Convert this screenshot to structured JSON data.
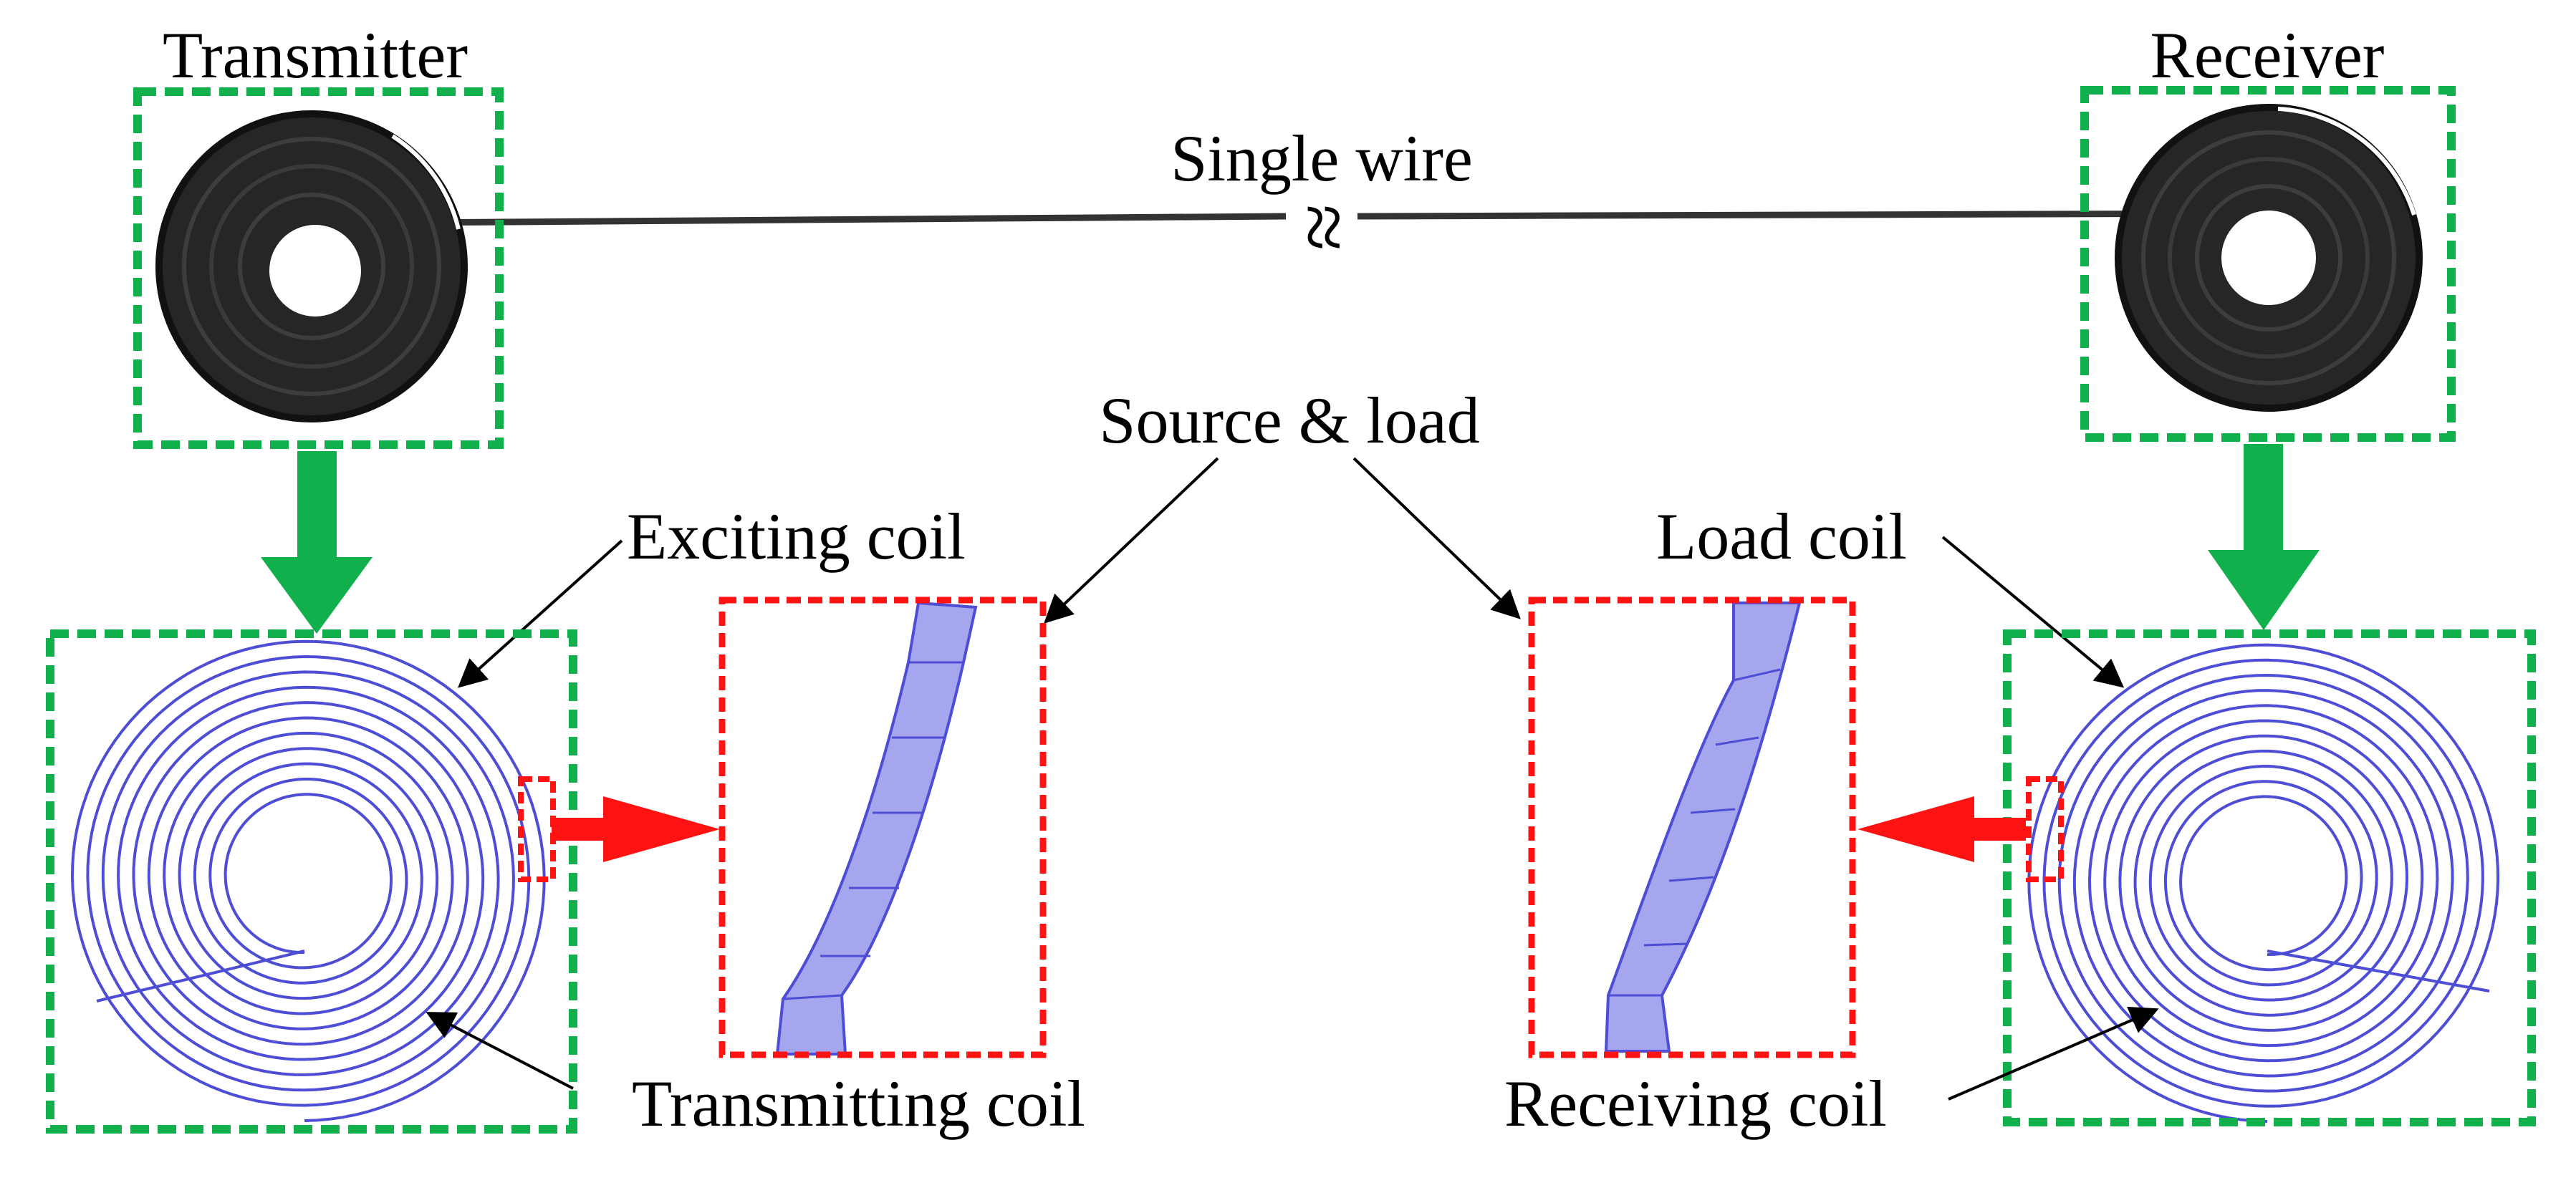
{
  "labels": {
    "transmitter": "Transmitter",
    "receiver": "Receiver",
    "single_wire": "Single wire",
    "break_symbol": "≈",
    "source_load": "Source & load",
    "exciting_coil": "Exciting coil",
    "load_coil": "Load coil",
    "transmitting_coil": "Transmitting coil",
    "receiving_coil": "Receiving coil"
  },
  "colors": {
    "green_frame": "#12b04c",
    "red_frame": "#ff1212",
    "coil_line": "#4d4dd6",
    "coil_fill": "#a6a6ee",
    "black": "#000000",
    "photo_dark": "#262626"
  },
  "spirals": {
    "turns": 11
  }
}
